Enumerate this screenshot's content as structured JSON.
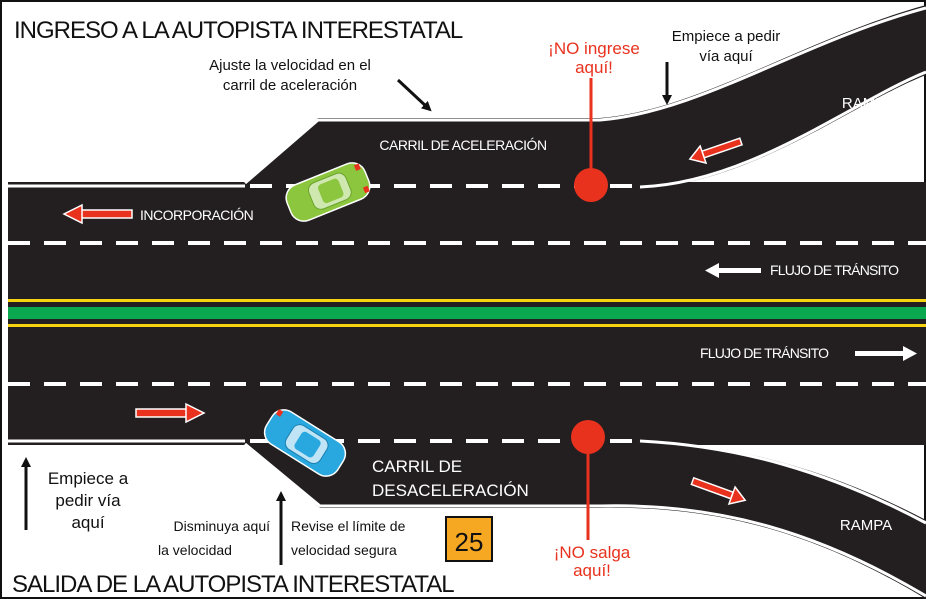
{
  "top": {
    "title": "INGRESO A LA AUTOPISTA INTERESTATAL",
    "adjust_speed": [
      "Ajuste la velocidad en el",
      "carril de aceleración"
    ],
    "no_enter": [
      "¡NO ingrese",
      "aquí!"
    ],
    "start_yield": [
      "Empiece a pedir",
      "vía aquí"
    ],
    "ramp": "RAMPA",
    "accel_lane": "CARRIL DE ACELERACIÓN",
    "merge": "INCORPORACIÓN"
  },
  "middle": {
    "traffic_flow_left": "FLUJO DE TRÁNSITO",
    "traffic_flow_right": "FLUJO DE TRÁNSITO"
  },
  "bottom": {
    "title": "SALIDA DE LA AUTOPISTA INTERESTATAL",
    "start_yield": [
      "Empiece a",
      "pedir vía",
      "aquí"
    ],
    "slow_down": [
      "Disminuya aquí",
      "la velocidad"
    ],
    "check_limit": [
      "Revise el límite de",
      "velocidad segura"
    ],
    "speed_sign": "25",
    "no_exit": [
      "¡NO salga",
      "aquí!"
    ],
    "decel_lane": [
      "CARRIL DE",
      "DESACELERACIÓN"
    ],
    "ramp": "RAMPA"
  },
  "colors": {
    "road": "#231f20",
    "lane_white": "#ffffff",
    "center_yellow": "#f5d40f",
    "median_green": "#0aa84f",
    "warning_red": "#e8321e",
    "speed_sign": "#f7a823",
    "car_green": "#8cc63f",
    "car_blue": "#29a8e0"
  }
}
